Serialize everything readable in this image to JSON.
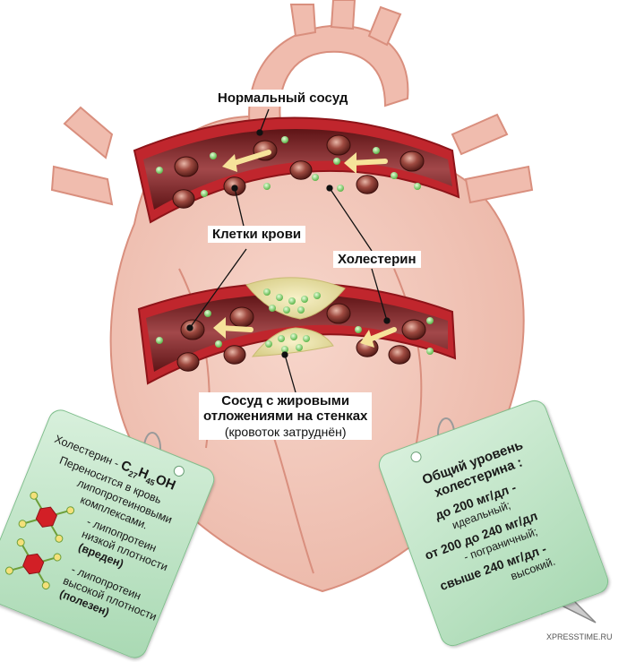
{
  "labels": {
    "normal_vessel": "Нормальный сосуд",
    "blood_cells": "Клетки крови",
    "cholesterol": "Холестерин",
    "plaque_vessel_line1": "Сосуд с жировыми",
    "plaque_vessel_line2": "отложениями на стенках",
    "plaque_vessel_note": "(кровоток затруднён)"
  },
  "left_tag": {
    "formula_prefix": "Холестерин - ",
    "formula": "C27H45OH",
    "line1": "Переносится в кровь",
    "line2": "липопротеиновыми",
    "line3": "комплексами.",
    "ldl_line1": "- липопротеин",
    "ldl_line2": "низкой плотности",
    "ldl_verdict": "(вреден)",
    "hdl_line1": "- липопротеин",
    "hdl_line2": "высокой плотности",
    "hdl_verdict": "(полезен)"
  },
  "right_tag": {
    "title1": "Общий уровень",
    "title2": "холестерина :",
    "r1": "до 200 мг/дл -",
    "r1_desc": "идеальный;",
    "r2": "от 200 до 240 мг/дл",
    "r2_desc": "- пограничный;",
    "r3": "свыше 240 мг/дл -",
    "r3_desc": "высокий."
  },
  "watermark": "XPRESSTIME.RU",
  "colors": {
    "heart": "#f2c2b4",
    "heart_outline": "#d98f7e",
    "vessel_wall": "#c0262d",
    "blood": "#7a1f22",
    "cell": "#8e3b34",
    "cholesterol_dot": "#7fd46a",
    "arrow": "#f6e39a",
    "tag_fill": "#b8e2c0"
  }
}
